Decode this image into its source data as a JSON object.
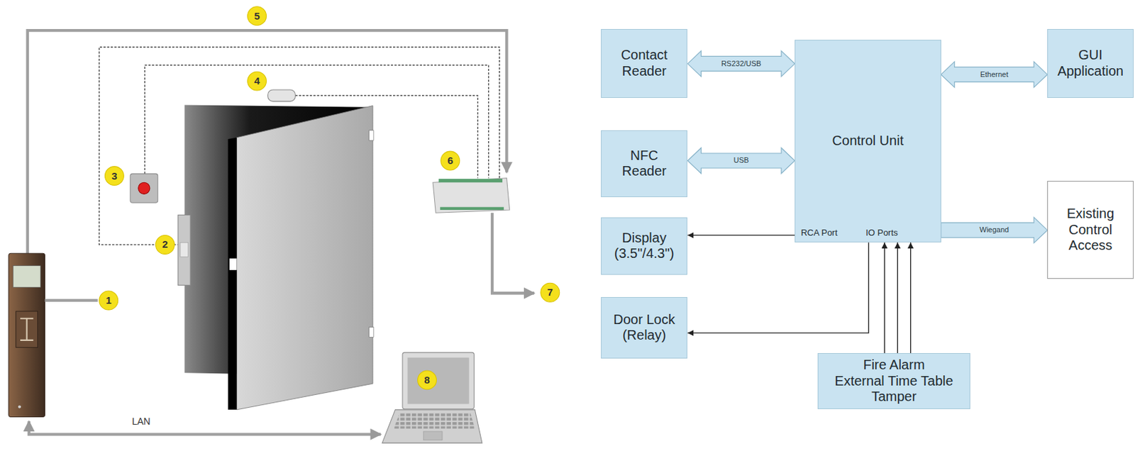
{
  "diagram": {
    "nodes": [
      {
        "text": [
          "Contact Reader"
        ]
      },
      {
        "text": [
          "Control Unit",
          "RCA Port",
          "IO Ports"
        ]
      },
      {
        "text": [
          "GUI Application"
        ]
      },
      {
        "text": [
          "NFC Reader"
        ]
      },
      {
        "text": [
          "Display (3.5\"/4.3\")"
        ]
      },
      {
        "text": [
          "Existing Control Access"
        ]
      },
      {
        "text": [
          "Door Lock (Relay)"
        ]
      },
      {
        "text": [
          "Fire Alarm",
          "External Time Table",
          "Tamper"
        ]
      }
    ],
    "edges": [
      {
        "from": 0,
        "to": 1,
        "arrow": "both",
        "label": "RS232/USB"
      },
      {
        "from": 1,
        "to": 2,
        "arrow": "both",
        "label": "Ethernet"
      },
      {
        "from": 3,
        "to": 1,
        "arrow": "both",
        "label": "USB"
      },
      {
        "from": 1,
        "to": 4,
        "arrow": "to"
      },
      {
        "from": 1,
        "to": 5,
        "arrow": "to",
        "label": "Wiegand"
      },
      {
        "from": 1,
        "to": 6,
        "arrow": "to"
      },
      {
        "from": 7,
        "to": 1,
        "arrow": "to"
      },
      {
        "from": 7,
        "to": 1,
        "arrow": "to"
      },
      {
        "from": 7,
        "to": 1,
        "arrow": "to"
      }
    ],
    "labels": [
      "1",
      "2",
      "3",
      "4",
      "5",
      "6",
      "7",
      "8",
      "LAN"
    ]
  }
}
